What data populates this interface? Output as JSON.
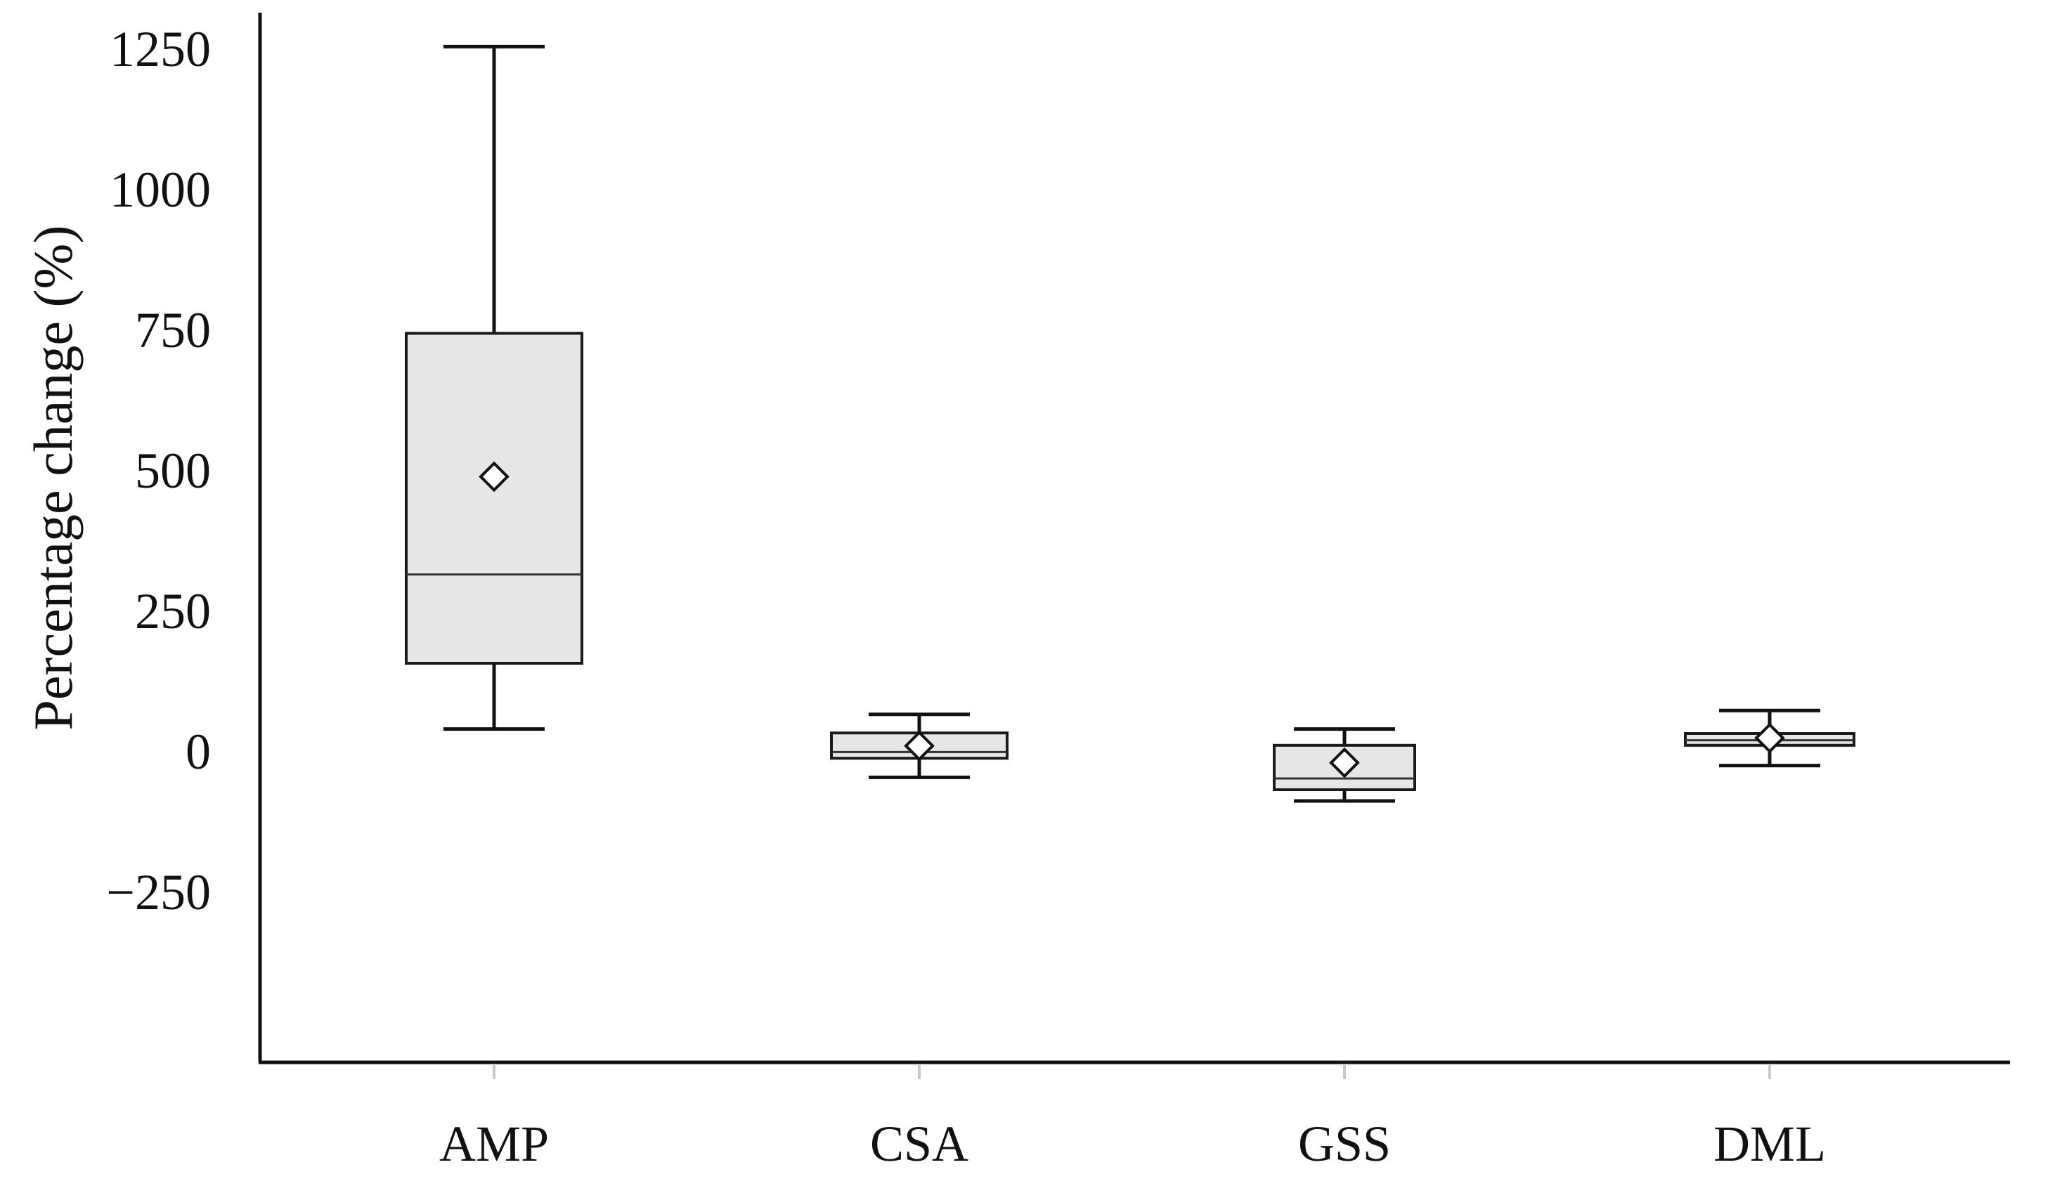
{
  "chart_data": {
    "type": "box",
    "title": "",
    "xlabel": "",
    "ylabel": "Percentage change (%)",
    "ylim": [
      -550,
      1300
    ],
    "y_ticks": [
      1250,
      1000,
      750,
      500,
      250,
      0,
      -250
    ],
    "y_tick_labels": [
      "1250",
      "1000",
      "750",
      "500",
      "250",
      "0",
      "−250"
    ],
    "grid": false,
    "legend": "none",
    "colors": {
      "box_fill": "#e6e6e6",
      "box_stroke": "#1a1a1a",
      "axis": "#111111",
      "whisker": "#111111",
      "mean_marker_fill": "#ffffff"
    },
    "categories": [
      "AMP",
      "CSA",
      "GSS",
      "DML"
    ],
    "boxes": [
      {
        "category": "AMP",
        "whisker_low": 38,
        "q1": 155,
        "median": 313,
        "q3": 742,
        "whisker_high": 1252,
        "mean": 487
      },
      {
        "category": "CSA",
        "whisker_low": -48,
        "q1": -14,
        "median": -3,
        "q3": 31,
        "whisker_high": 64,
        "mean": 8
      },
      {
        "category": "GSS",
        "whisker_low": -90,
        "q1": -70,
        "median": -50,
        "q3": 9,
        "whisker_high": 38,
        "mean": -22
      },
      {
        "category": "DML",
        "whisker_low": -27,
        "q1": 9,
        "median": 18,
        "q3": 30,
        "whisker_high": 71,
        "mean": 22
      }
    ]
  }
}
